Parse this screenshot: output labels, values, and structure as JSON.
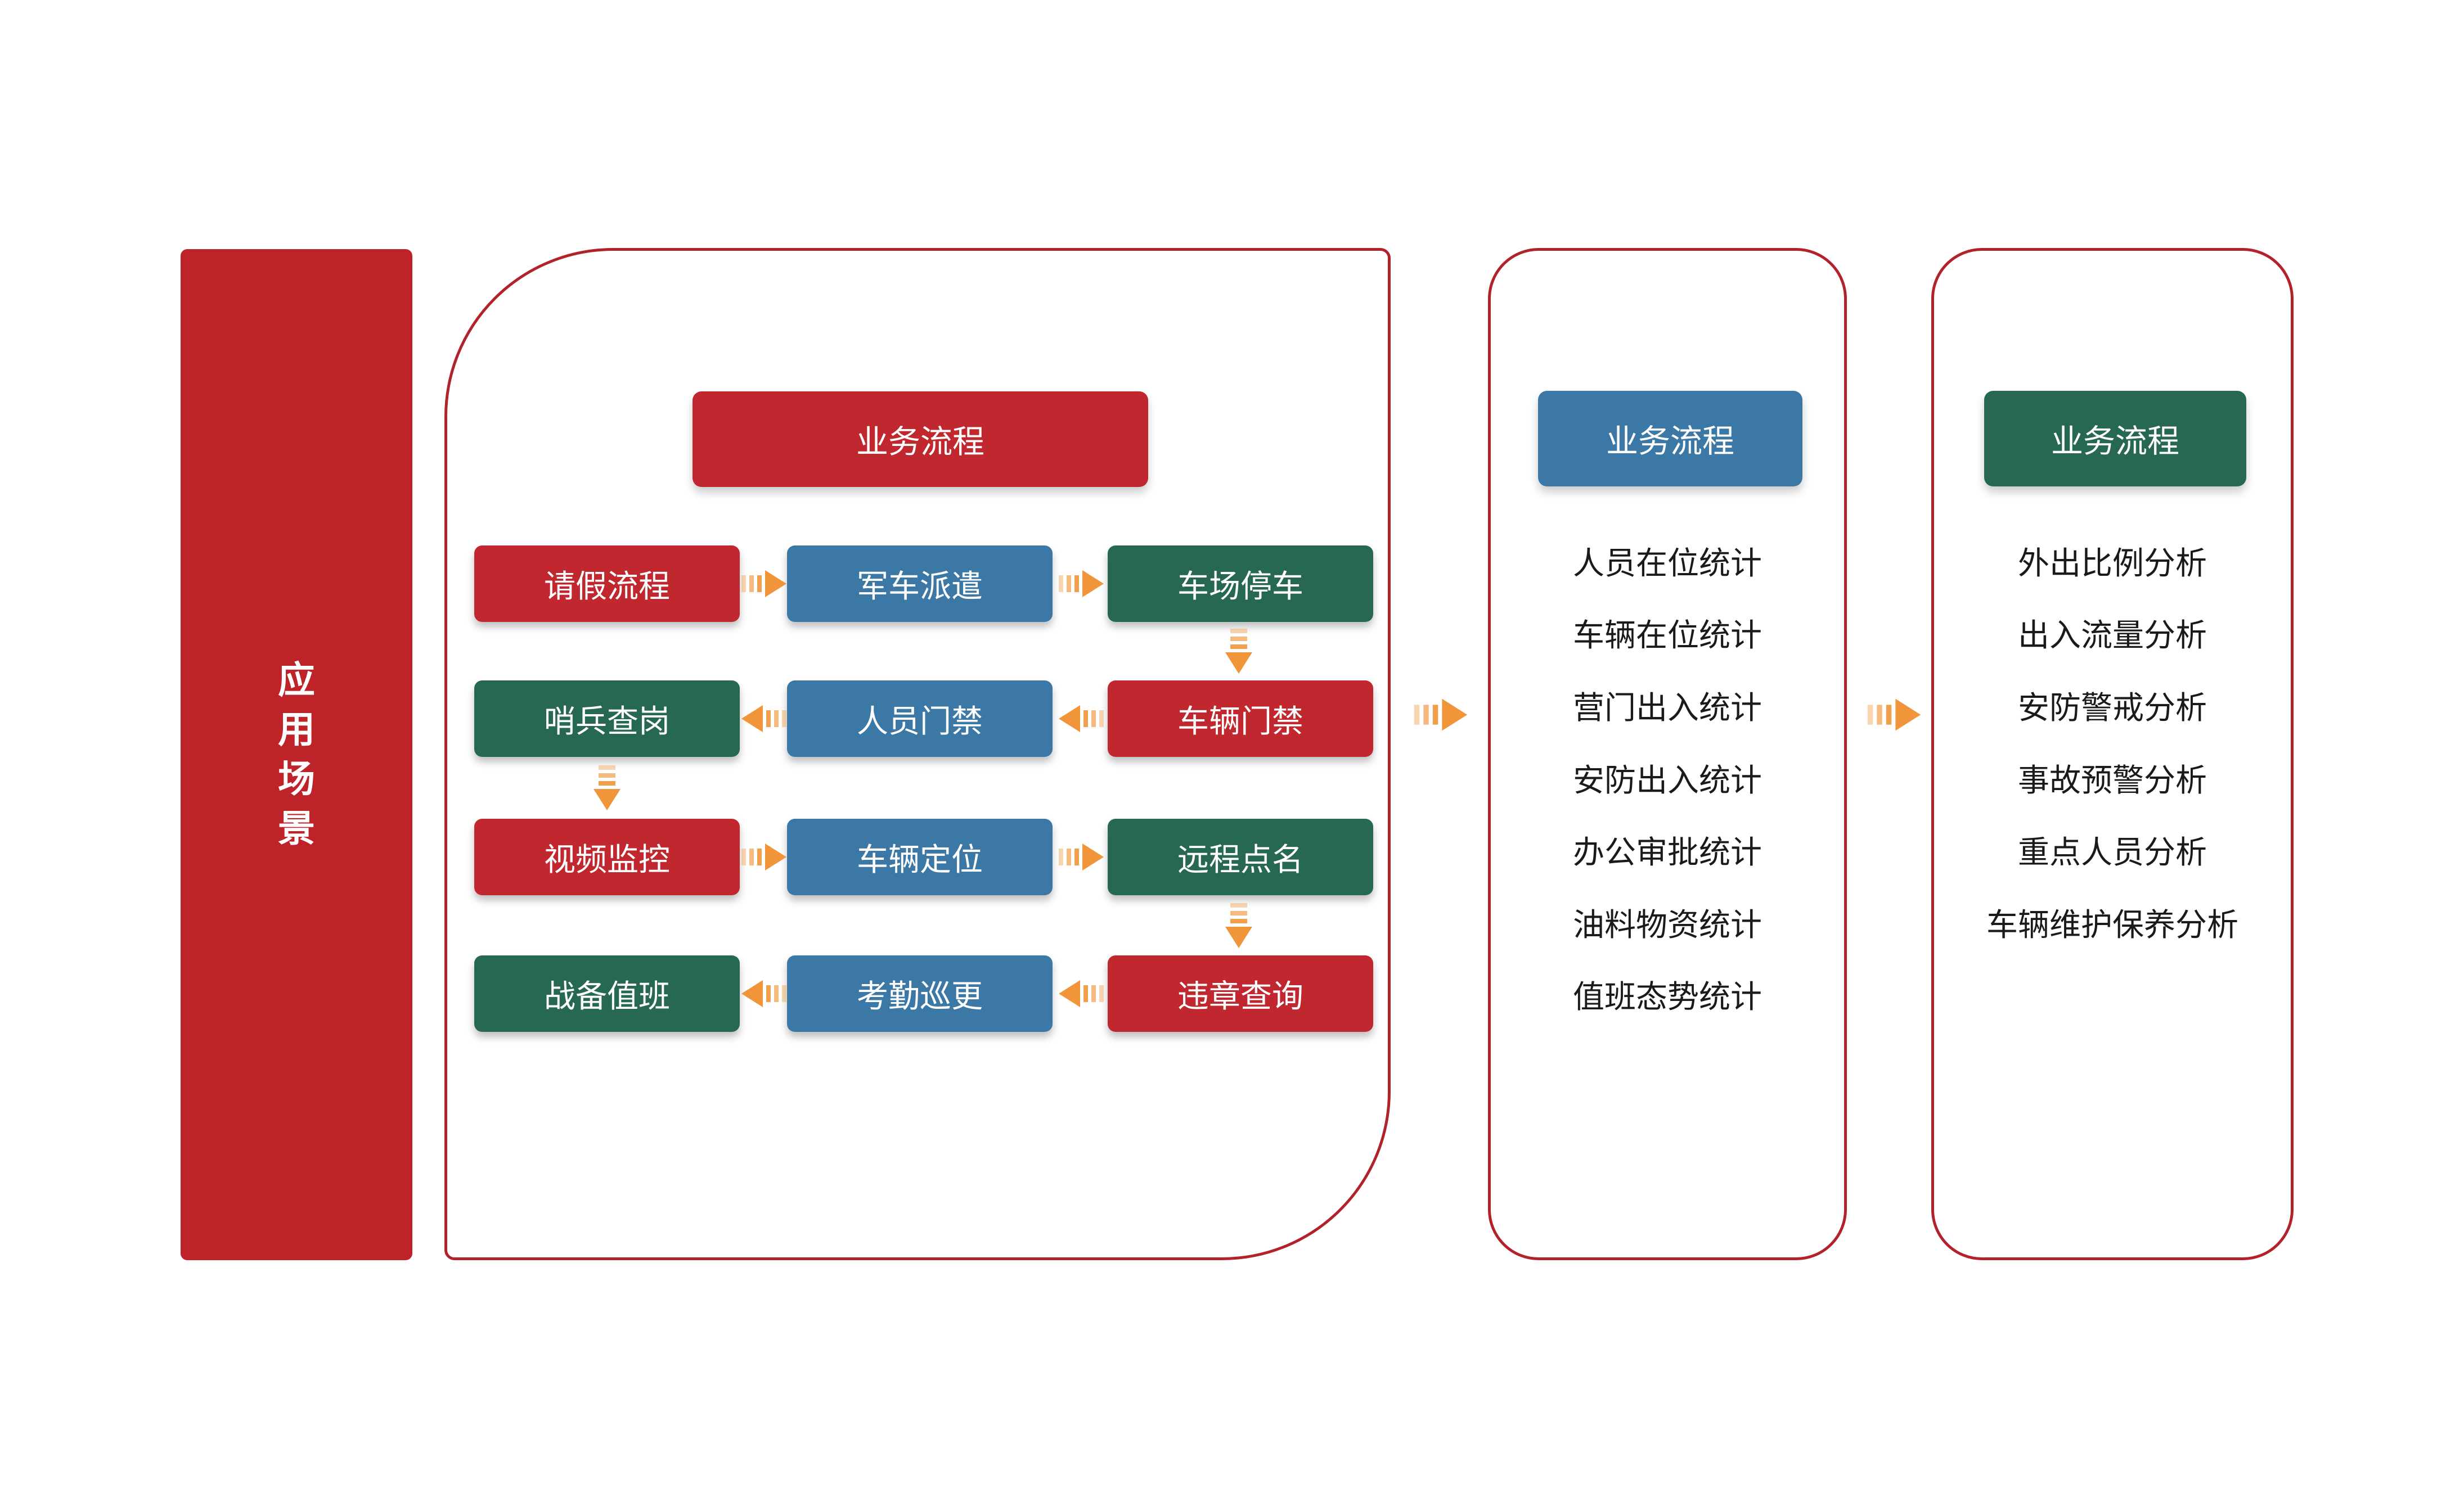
{
  "palette": {
    "red": "#C1272E",
    "blue": "#3B78A6",
    "green": "#266950",
    "orange_arrow": "#F0953A",
    "panel_border_red": "#B2222B",
    "banner_red": "#BE2329",
    "item_text": "#1A1A1A",
    "white": "#FFFFFF"
  },
  "icons": {
    "flow-arrow": "solid orange triangle with striped fading tail",
    "directions_used": [
      "right",
      "left",
      "down"
    ]
  },
  "left_bar": {
    "label": "应用场景",
    "chars": [
      "应",
      "用",
      "场",
      "景"
    ]
  },
  "flow_panel": {
    "header": {
      "label": "业务流程",
      "variant": "red"
    },
    "rows": [
      {
        "cells": [
          {
            "label": "请假流程",
            "variant": "red"
          },
          {
            "label": "军车派遣",
            "variant": "blue"
          },
          {
            "label": "车场停车",
            "variant": "green"
          }
        ]
      },
      {
        "cells": [
          {
            "label": "哨兵查岗",
            "variant": "green"
          },
          {
            "label": "人员门禁",
            "variant": "blue"
          },
          {
            "label": "车辆门禁",
            "variant": "red"
          }
        ]
      },
      {
        "cells": [
          {
            "label": "视频监控",
            "variant": "red"
          },
          {
            "label": "车辆定位",
            "variant": "blue"
          },
          {
            "label": "远程点名",
            "variant": "green"
          }
        ]
      },
      {
        "cells": [
          {
            "label": "战备值班",
            "variant": "green"
          },
          {
            "label": "考勤巡更",
            "variant": "blue"
          },
          {
            "label": "违章查询",
            "variant": "red"
          }
        ]
      }
    ],
    "flow_order": "请假流程→军车派遣→车场停车→车辆门禁→人员门禁→哨兵查岗→视频监控→车辆定位→远程点名→违章查询→考勤巡更→战备值班"
  },
  "stats_panel": {
    "header": {
      "label": "业务流程",
      "variant": "blue"
    },
    "items": [
      "人员在位统计",
      "车辆在位统计",
      "营门出入统计",
      "安防出入统计",
      "办公审批统计",
      "油料物资统计",
      "值班态势统计"
    ]
  },
  "analysis_panel": {
    "header": {
      "label": "业务流程",
      "variant": "green"
    },
    "items": [
      "外出比例分析",
      "出入流量分析",
      "安防警戒分析",
      "事故预警分析",
      "重点人员分析",
      "车辆维护保养分析"
    ]
  }
}
